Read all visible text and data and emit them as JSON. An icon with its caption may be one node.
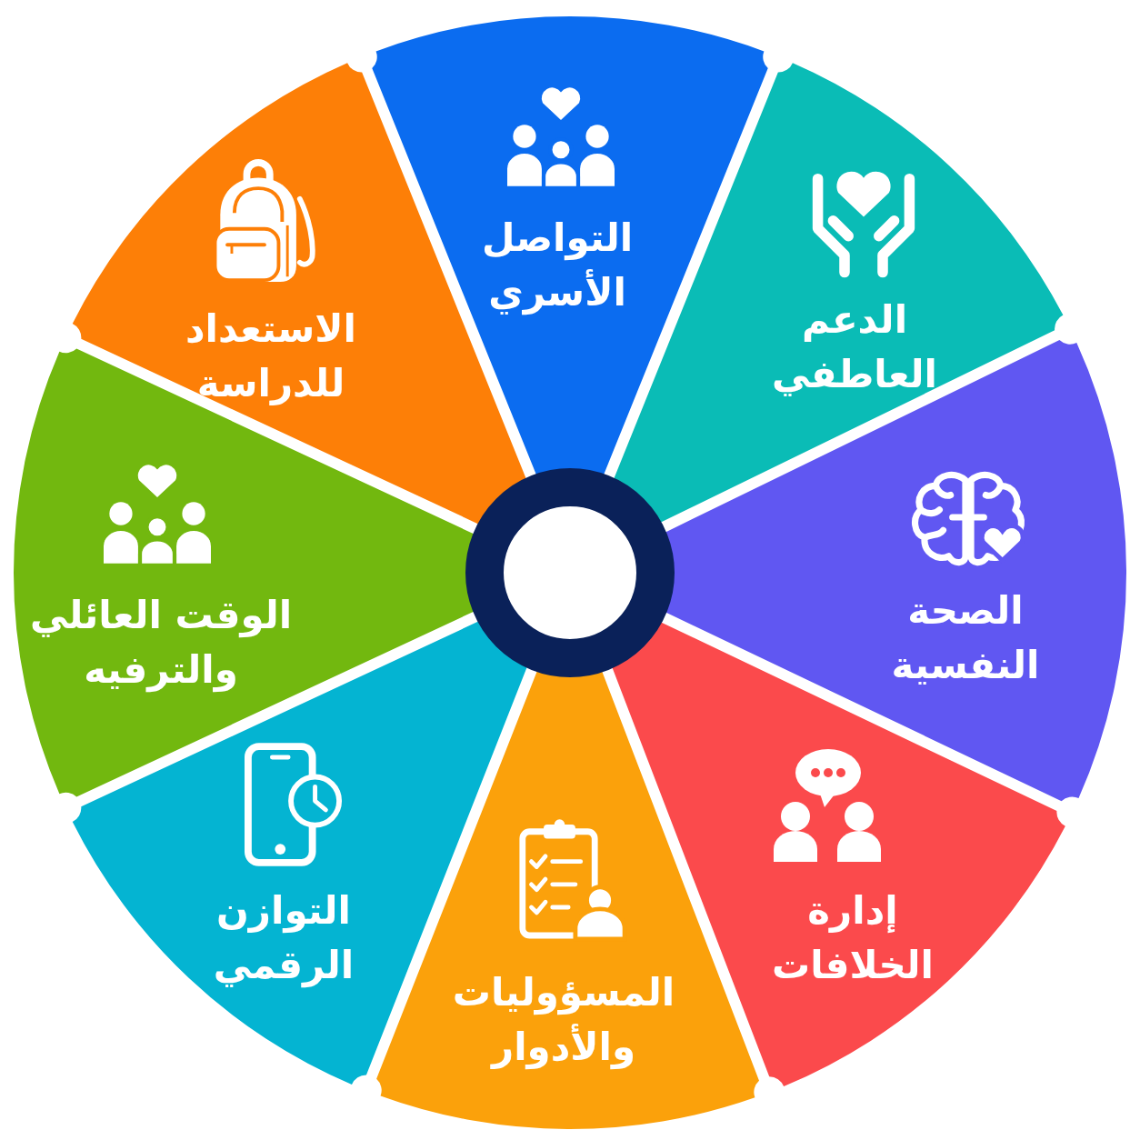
{
  "diagram": {
    "nodes": [
      {
        "text": [
          "التواصل الأسري"
        ]
      },
      {
        "text": [
          "الدعم العاطفي"
        ]
      },
      {
        "text": [
          "الصحة النفسية"
        ]
      },
      {
        "text": [
          "إدارة الخلافات"
        ]
      },
      {
        "text": [
          "المسؤوليات والأدوار"
        ]
      },
      {
        "text": [
          "التوازن الرقمي"
        ]
      },
      {
        "text": [
          "الوقت العائلي والترفيه"
        ]
      },
      {
        "text": [
          "الاستعداد للدراسة"
        ]
      },
      {
        "text": [],
        "shape": "circle"
      }
    ]
  }
}
